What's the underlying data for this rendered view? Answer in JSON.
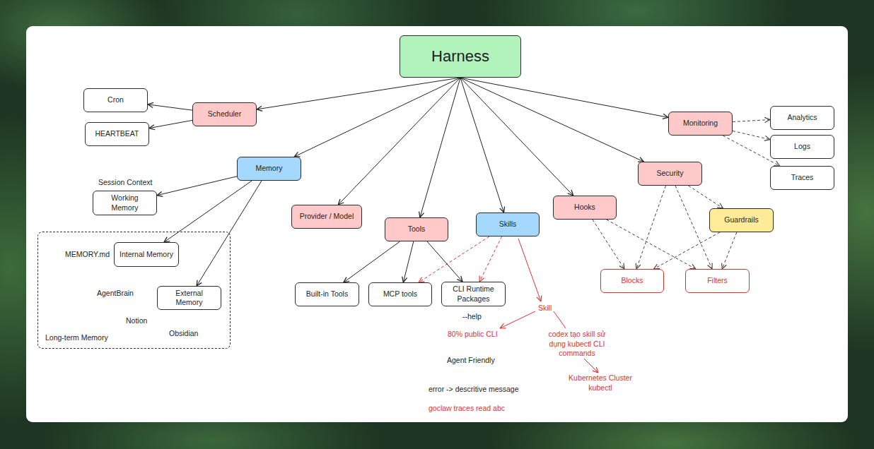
{
  "diagram": {
    "nodes": [
      {
        "text": [
          "Harness"
        ]
      },
      {
        "text": [
          "Scheduler"
        ]
      },
      {
        "text": [
          "Cron"
        ]
      },
      {
        "text": [
          "HEARTBEAT"
        ]
      },
      {
        "text": [
          "Monitoring"
        ]
      },
      {
        "text": [
          "Analytics"
        ]
      },
      {
        "text": [
          "Logs"
        ]
      },
      {
        "text": [
          "Traces"
        ]
      },
      {
        "text": [
          "Memory"
        ]
      },
      {
        "text": [
          "Working Memory"
        ]
      },
      {
        "text": [
          "Long-term Memory"
        ]
      },
      {
        "text": [
          "Internal Memory"
        ],
        "in": 10
      },
      {
        "text": [
          "External Memory"
        ],
        "in": 10
      },
      {
        "text": [
          "Provider / Model"
        ]
      },
      {
        "text": [
          "Tools"
        ]
      },
      {
        "text": [
          "Skills"
        ]
      },
      {
        "text": [
          "Built-in Tools"
        ]
      },
      {
        "text": [
          "MCP tools"
        ]
      },
      {
        "text": [
          "CLI Runtime Packages"
        ]
      },
      {
        "text": [
          "Hooks"
        ]
      },
      {
        "text": [
          "Security"
        ]
      },
      {
        "text": [
          "Guardrails"
        ]
      },
      {
        "text": [
          "Blocks"
        ]
      },
      {
        "text": [
          "Filters"
        ]
      }
    ],
    "edges": [
      {
        "from": 0,
        "to": 1,
        "arrow": "to"
      },
      {
        "from": 1,
        "to": 2,
        "arrow": "to"
      },
      {
        "from": 1,
        "to": 3,
        "arrow": "to"
      },
      {
        "from": 0,
        "to": 8,
        "arrow": "to"
      },
      {
        "from": 0,
        "to": 13,
        "arrow": "to"
      },
      {
        "from": 0,
        "to": 14,
        "arrow": "to"
      },
      {
        "from": 0,
        "to": 15,
        "arrow": "to"
      },
      {
        "from": 0,
        "to": 19,
        "arrow": "to"
      },
      {
        "from": 0,
        "to": 20,
        "arrow": "to"
      },
      {
        "from": 0,
        "to": 4,
        "arrow": "to"
      },
      {
        "from": 4,
        "to": 5,
        "arrow": "to"
      },
      {
        "from": 4,
        "to": 6,
        "arrow": "to"
      },
      {
        "from": 4,
        "to": 7,
        "arrow": "to"
      },
      {
        "from": 8,
        "to": 9,
        "arrow": "to"
      },
      {
        "from": 8,
        "to": 11,
        "arrow": "to"
      },
      {
        "from": 8,
        "to": 12,
        "arrow": "to"
      },
      {
        "from": 14,
        "to": 16,
        "arrow": "to"
      },
      {
        "from": 14,
        "to": 17,
        "arrow": "to"
      },
      {
        "from": 14,
        "to": 18,
        "arrow": "to"
      },
      {
        "from": 15,
        "to": 17,
        "arrow": "to"
      },
      {
        "from": 15,
        "to": 18,
        "arrow": "to"
      },
      {
        "from": 19,
        "to": 22,
        "arrow": "to"
      },
      {
        "from": 19,
        "to": 23,
        "arrow": "to"
      },
      {
        "from": 20,
        "to": 22,
        "arrow": "to"
      },
      {
        "from": 20,
        "to": 23,
        "arrow": "to"
      },
      {
        "from": 20,
        "to": 21,
        "arrow": "to"
      },
      {
        "from": 21,
        "to": 22,
        "arrow": "to"
      },
      {
        "from": 21,
        "to": 23,
        "arrow": "to"
      }
    ],
    "labels": [
      "Session Context",
      "MEMORY.md",
      "AgentBrain",
      "Notion",
      "Obsidian",
      "--help",
      "80% public CLI",
      "Agent Friendly",
      "error -> descritive message",
      "goclaw traces read abc",
      "Skill",
      "codex tạo skill sử dụng kubectl CLI commands",
      "Kubernetes Cluster kubectl"
    ]
  }
}
